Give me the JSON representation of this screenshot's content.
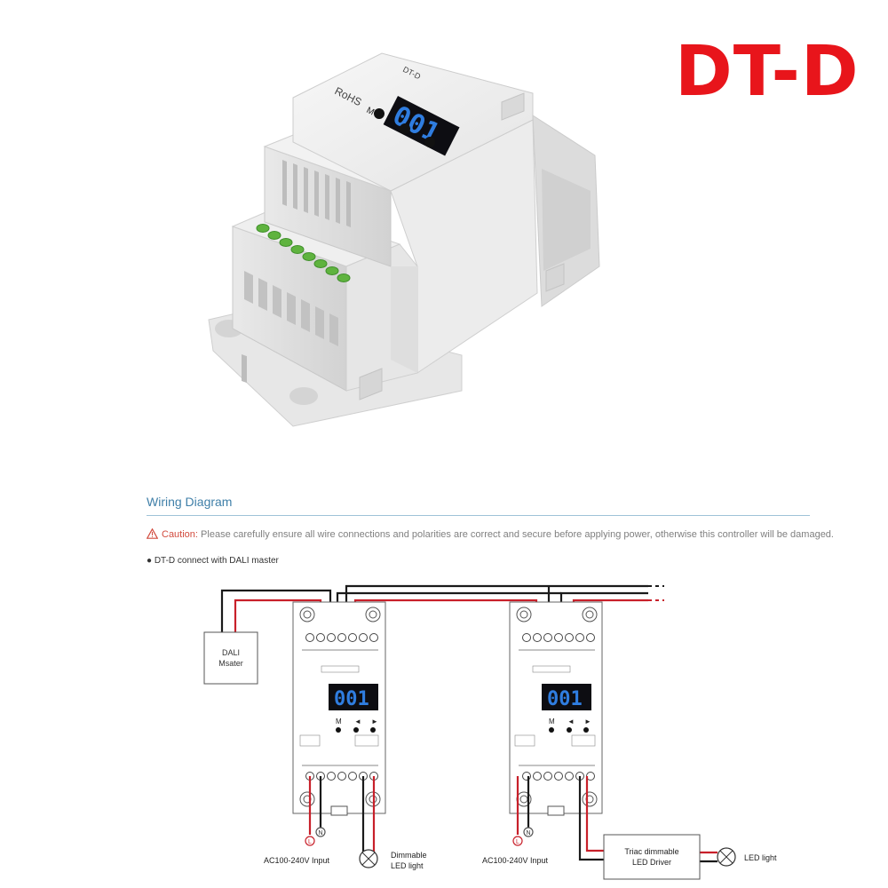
{
  "title": "DT-D",
  "title_color": "#e8151b",
  "product": {
    "display": "001",
    "label_rohs": "RoHS",
    "label_model": "DT-D",
    "label_key": "M"
  },
  "wiring": {
    "heading": "Wiring Diagram",
    "caution_label": "Caution:",
    "caution_text": "Please carefully ensure all wire connections and polarities are correct and secure before applying power, otherwise this controller will be damaged.",
    "connect_note": "● DT-D connect with DALI master",
    "dali_master": [
      "DALI",
      "Msater"
    ],
    "device_display": "001",
    "device_keys": [
      "M",
      "◄",
      "►"
    ],
    "terminal_L": "L",
    "terminal_N": "N",
    "input_label_left": "AC100-240V Input",
    "input_label_right": "AC100-240V Input",
    "dimmable_light": [
      "Dimmable",
      "LED light"
    ],
    "triac_driver": [
      "Triac dimmable",
      "LED Driver"
    ],
    "led_light": "LED light"
  },
  "colors": {
    "wire_red": "#c8202a",
    "wire_black": "#1a1a1a",
    "display_blue": "#2f7de0",
    "accent_blue": "#3f7fa8"
  }
}
